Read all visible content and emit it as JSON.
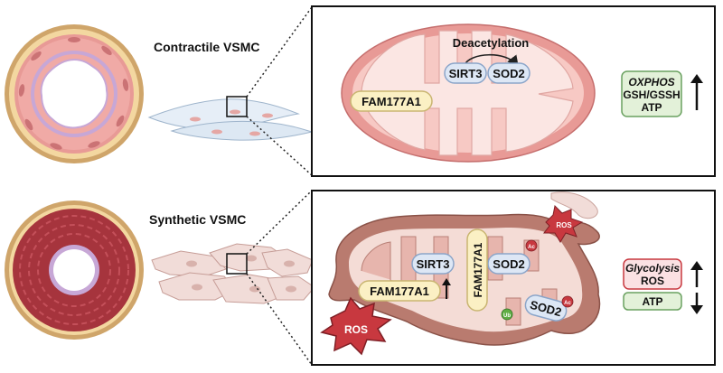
{
  "top": {
    "cell_label": "Contractile VSMC",
    "reaction_label": "Deacetylation",
    "proteins": {
      "sirt3": "SIRT3",
      "sod2": "SOD2",
      "fam": "FAM177A1"
    },
    "outcome": {
      "line1": "OXPHOS",
      "line2": "GSH/GSSH",
      "line3": "ATP",
      "arrow": "up"
    }
  },
  "bottom": {
    "cell_label": "Synthetic VSMC",
    "proteins": {
      "sirt3": "SIRT3",
      "sod2_a": "SOD2",
      "sod2_b": "SOD2",
      "fam": "FAM177A1",
      "fam_vertical": "FAM177A1"
    },
    "markers": {
      "ac": "Ac",
      "ub": "Ub"
    },
    "ros_large": "ROS",
    "ros_small": "ROS",
    "outcome_up": {
      "line1": "Glycolysis",
      "line2": "ROS",
      "arrow": "up"
    },
    "outcome_down": {
      "line1": "ATP",
      "arrow": "down"
    }
  },
  "colors": {
    "mito_outer": "#e89a96",
    "mito_inner": "#f7c9c4",
    "mito_dark_outer": "#b97b6f",
    "mito_dark_inner": "#f4dcd6",
    "protein_fill": "#dde7f5",
    "fam_fill": "#fbf0c4",
    "up_box": "#e3f1d9",
    "glyco_box": "#fbe1e3",
    "ros_red": "#c8383f"
  }
}
